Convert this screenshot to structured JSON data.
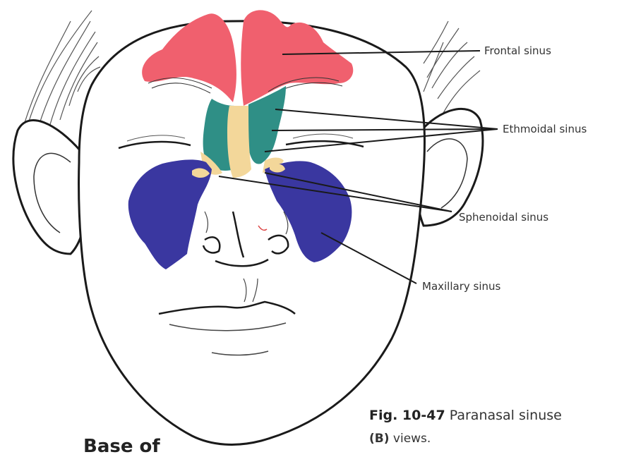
{
  "labels": {
    "frontal": "Frontal sinus",
    "ethmoidal": "Ethmoidal sinus",
    "sphenoidal": "Sphenoidal sinus",
    "maxillary": "Maxillary sinus"
  },
  "caption": {
    "fig_number": "Fig. 10-47",
    "fig_text": "Paranasal sinuse",
    "line2_prefix": "(B)",
    "line2_text": "views."
  },
  "partial_heading": "Base of",
  "colors": {
    "frontal": "#f0606e",
    "ethmoidal": "#2f8f86",
    "sphenoidal": "#f3d79a",
    "maxillary": "#3a37a0",
    "outline": "#1a1a1a"
  }
}
